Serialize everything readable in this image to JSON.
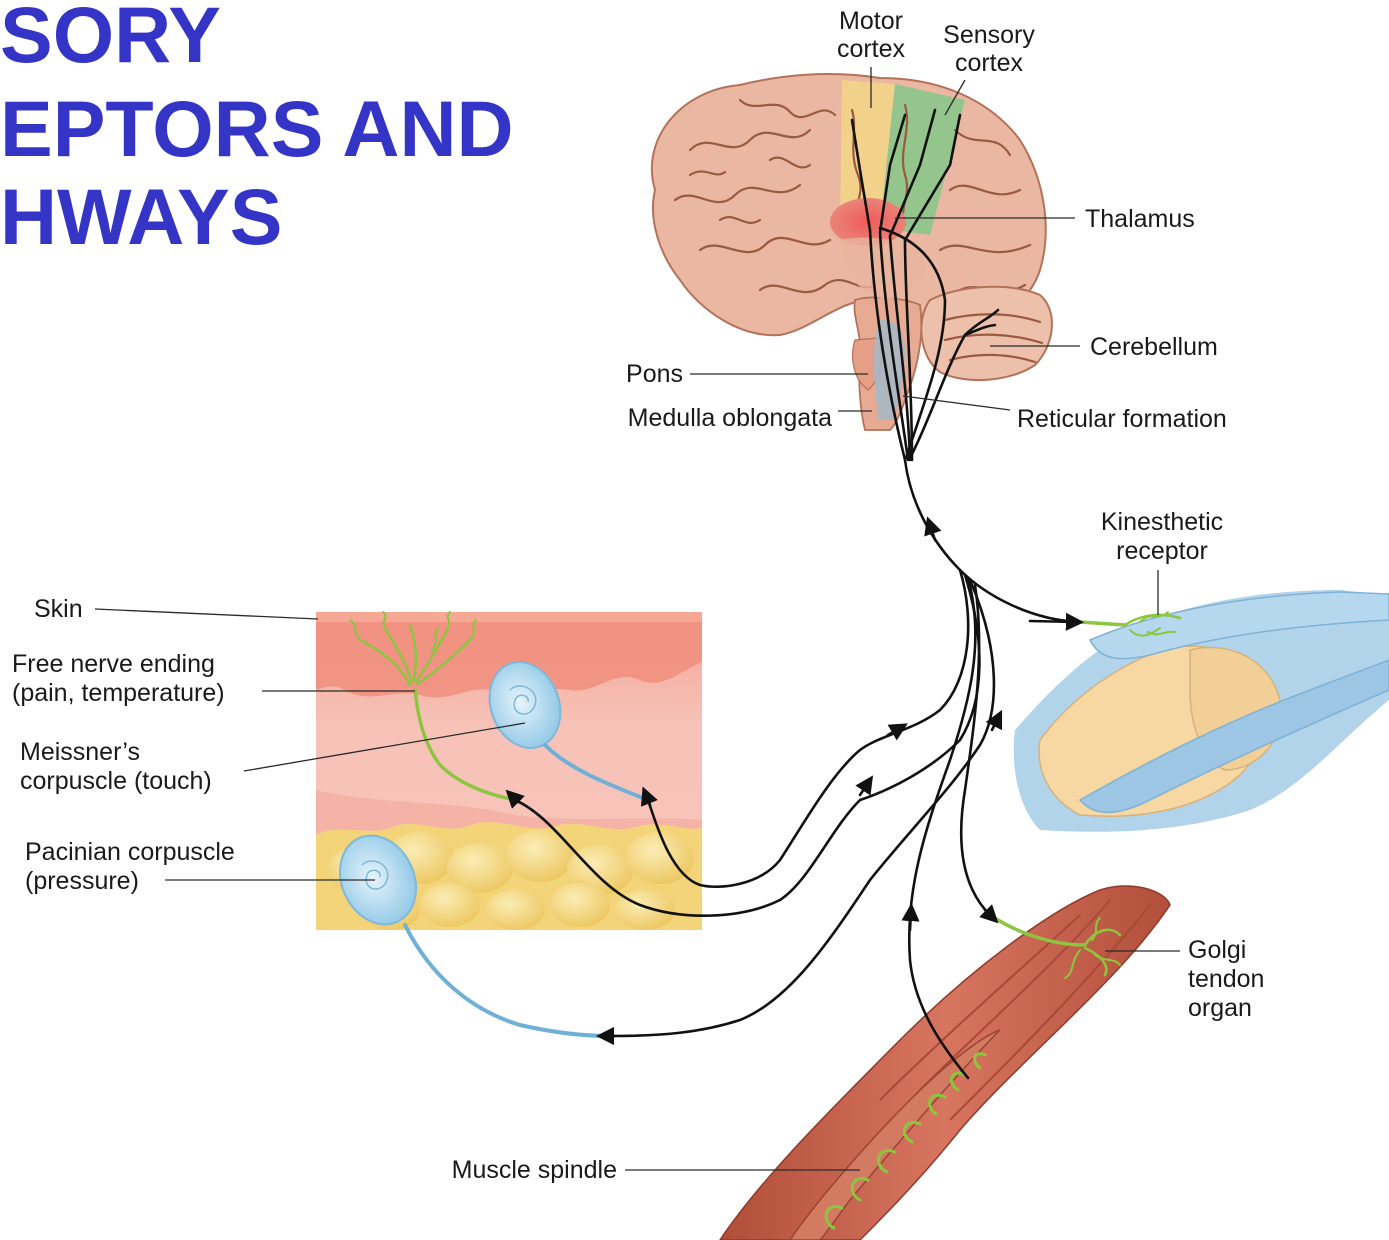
{
  "title": {
    "lines": [
      "SORY",
      "EPTORS AND",
      "HWAYS"
    ],
    "color": "#3434c6"
  },
  "labels": {
    "motor_cortex": [
      "Motor",
      "cortex"
    ],
    "sensory_cortex": [
      "Sensory",
      "cortex"
    ],
    "thalamus": "Thalamus",
    "cerebellum": "Cerebellum",
    "pons": "Pons",
    "medulla_oblongata": "Medulla oblongata",
    "reticular_formation": "Reticular formation",
    "kinesthetic_receptor": [
      "Kinesthetic",
      "receptor"
    ],
    "skin": "Skin",
    "free_nerve_ending": [
      "Free nerve ending",
      "(pain, temperature)"
    ],
    "meissners_corpuscle": [
      "Meissner’s",
      "corpuscle (touch)"
    ],
    "pacinian_corpuscle": [
      "Pacinian corpuscle",
      "(pressure)"
    ],
    "golgi_tendon_organ": [
      "Golgi",
      "tendon",
      "organ"
    ],
    "muscle_spindle": "Muscle spindle"
  },
  "colors": {
    "brain": "#eab9a4",
    "motor_cortex_band": "#f3d58a",
    "sensory_cortex_band": "#8fc58c",
    "thalamus": "#e8474a",
    "skin_dermis": "#f7bdb4",
    "fat_layer": "#f6df92",
    "corpuscle": "#bfe0f2",
    "nerve_ending": "#8cc63f",
    "muscle": "#c9634a",
    "tendon": "#a9cfe8",
    "bone": "#f7d7a2",
    "nerve_pathway": "#111111"
  }
}
